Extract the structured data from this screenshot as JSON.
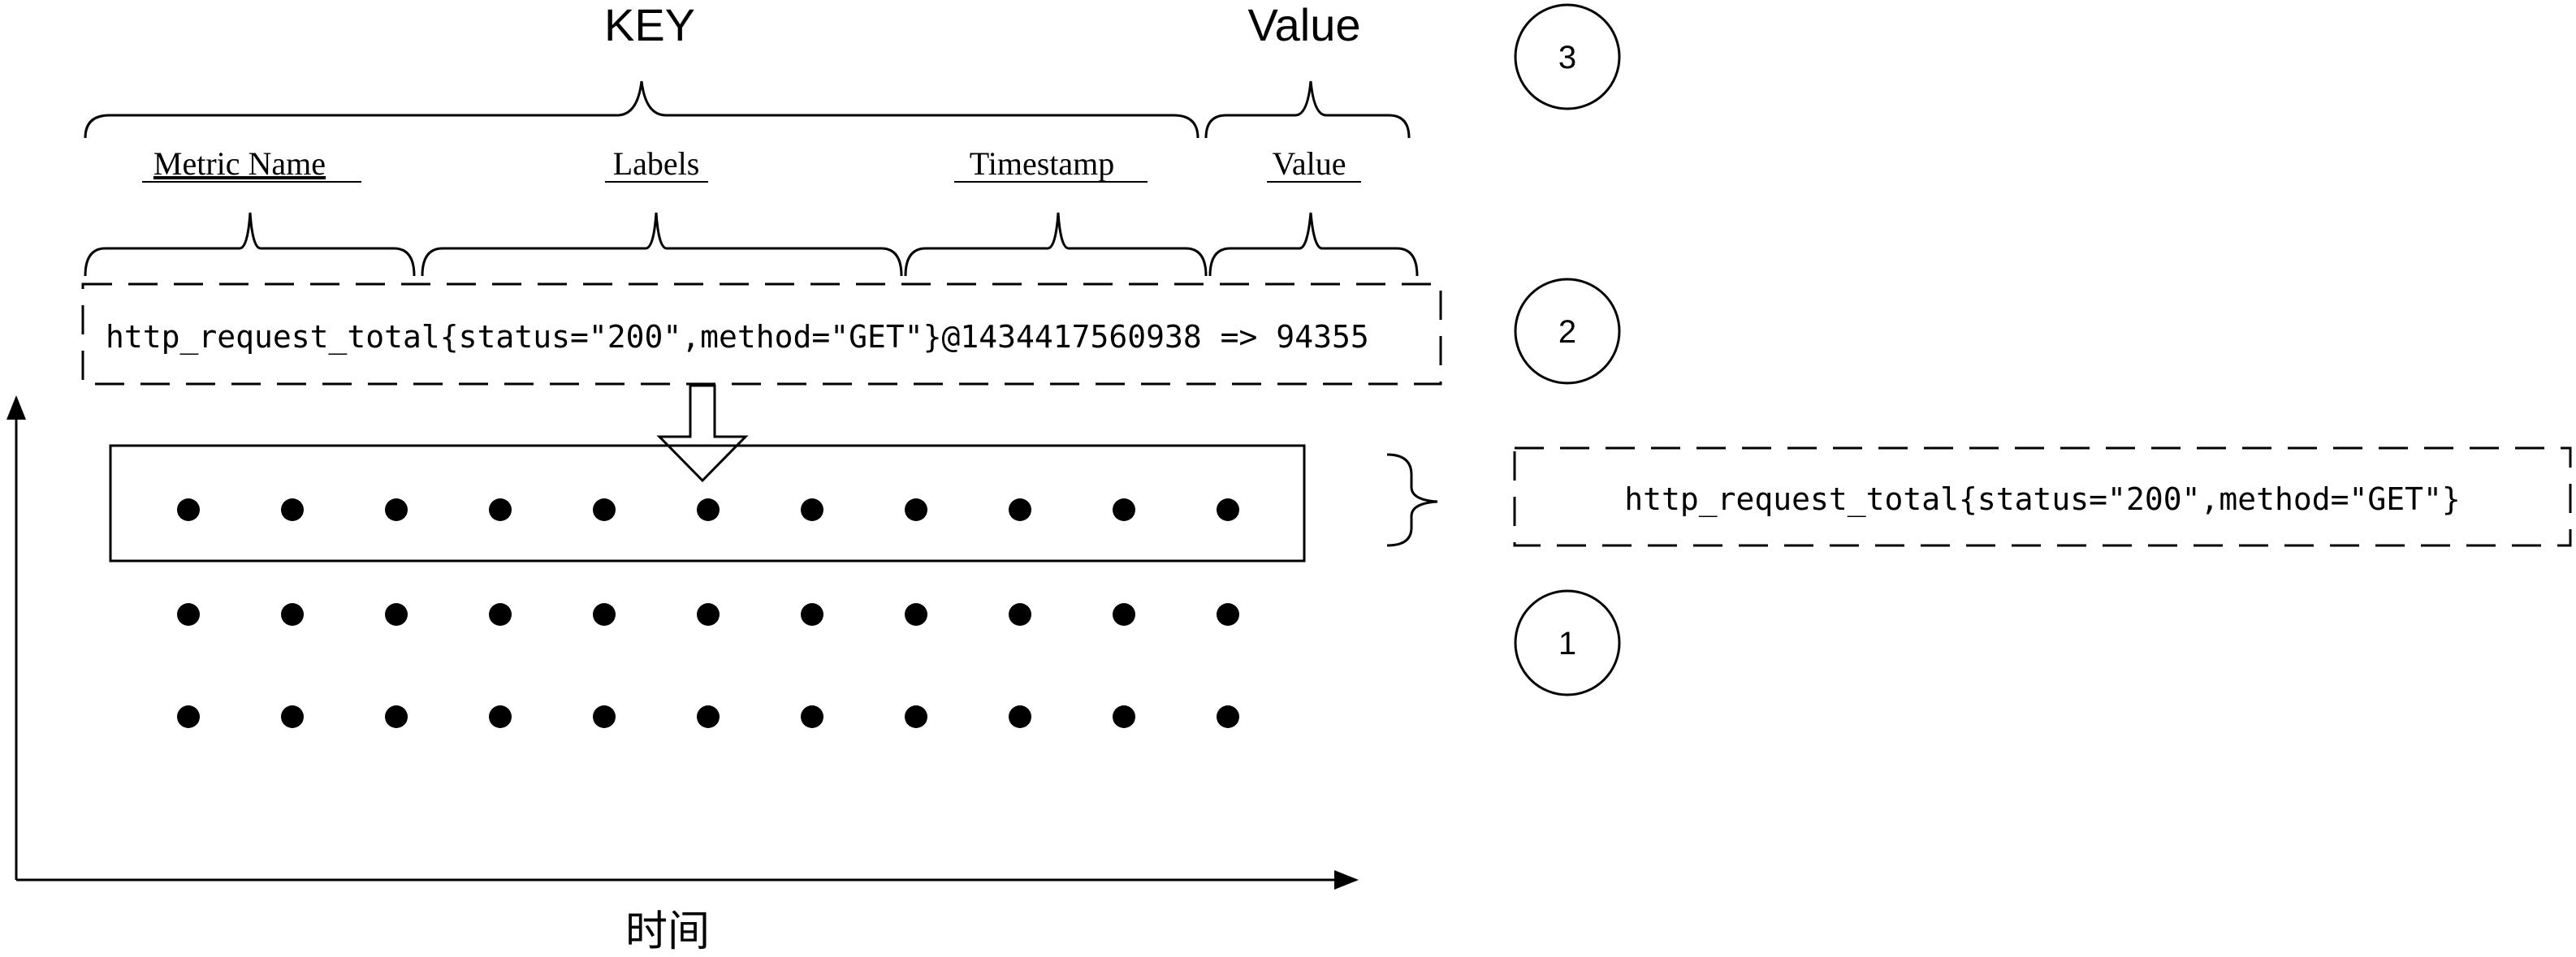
{
  "header": {
    "key_label": "KEY",
    "value_label": "Value"
  },
  "segments": {
    "metric_name": "Metric Name",
    "labels": "Labels",
    "timestamp": "Timestamp",
    "value": "Value"
  },
  "sample_line": "http_request_total{status=\"200\",method=\"GET\"}@1434417560938 => 94355",
  "series_identifier": "http_request_total{status=\"200\",method=\"GET\"}",
  "markers": {
    "one": "1",
    "two": "2",
    "three": "3"
  },
  "axis": {
    "x_label": "时间"
  },
  "grid": {
    "rows": 3,
    "cols": 11
  }
}
